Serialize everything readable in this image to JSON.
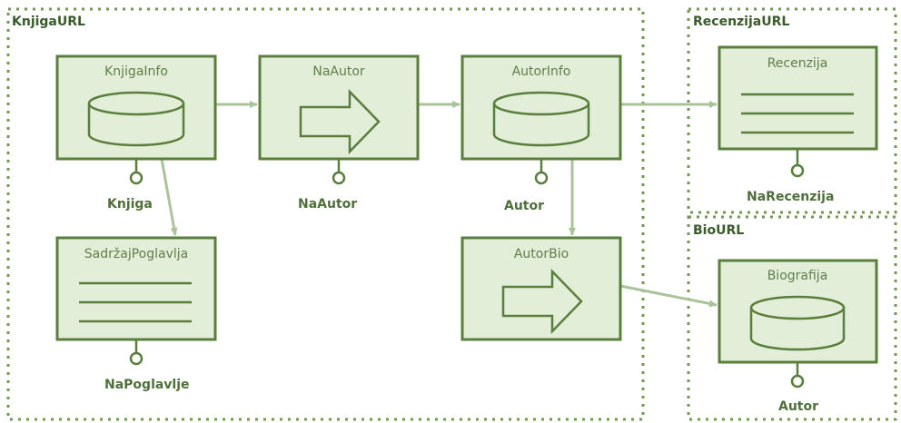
{
  "groups": {
    "knjiga": "KnjigaURL",
    "recenzija": "RecenzijaURL",
    "bio": "BioURL"
  },
  "boxes": {
    "knjigainfo": {
      "title": "KnjigaInfo",
      "port": "Knjiga",
      "icon": "cylinder-icon"
    },
    "naautor": {
      "title": "NaAutor",
      "port": "NaAutor",
      "icon": "arrow-right-icon"
    },
    "autorinfo": {
      "title": "AutorInfo",
      "port": "Autor",
      "icon": "cylinder-icon"
    },
    "recenzija": {
      "title": "Recenzija",
      "port": "NaRecenzija",
      "icon": "lines-icon"
    },
    "sadrzaj": {
      "title": "SadržajPoglavlja",
      "port": "NaPoglavlje",
      "icon": "lines-icon"
    },
    "autorbio": {
      "title": "AutorBio",
      "icon": "arrow-right-icon"
    },
    "biografija": {
      "title": "Biografija",
      "port": "Autor",
      "icon": "cylinder-icon"
    }
  },
  "colors": {
    "stroke": "#5a7f3c",
    "fill": "#e3eed8",
    "connector": "#a9c49a",
    "group_border": "#6f9a4f"
  }
}
